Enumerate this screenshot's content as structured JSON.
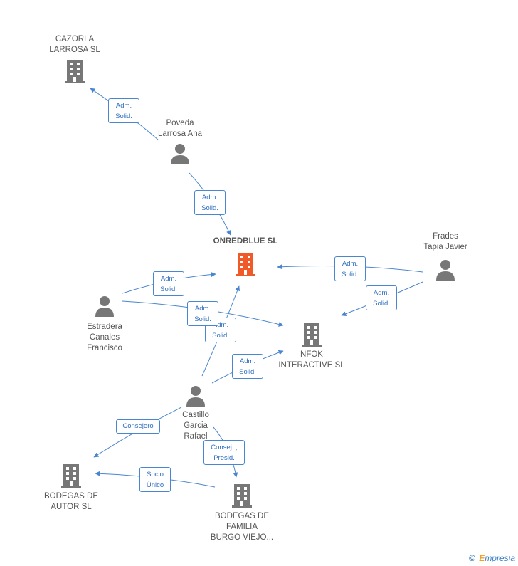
{
  "colors": {
    "edge": "#4a86d0",
    "node": "#777777",
    "center": "#f05a28"
  },
  "nodes": {
    "center": "ONREDBLUE SL",
    "cazorla": "CAZORLA\nLARROSA SL",
    "poveda": "Poveda\nLarrosa Ana",
    "frades": "Frades\nTapia Javier",
    "estradera": "Estradera\nCanales\nFrancisco",
    "nfok": "NFOK\nINTERACTIVE SL",
    "castillo": "Castillo\nGarcia\nRafael",
    "bodegas_autor": "BODEGAS DE\nAUTOR SL",
    "bodegas_familia": "BODEGAS DE\nFAMILIA\nBURGO VIEJO..."
  },
  "edges": {
    "poveda_cazorla": "Adm.\nSolid.",
    "poveda_center": "Adm.\nSolid.",
    "frades_center": "Adm.\nSolid.",
    "frades_nfok": "Adm.\nSolid.",
    "estradera_center": "Adm.\nSolid.",
    "estradera_nfok": "Adm.\nSolid.",
    "castillo_center": "Adm.\nSolid.",
    "castillo_nfok": "Adm.\nSolid.",
    "castillo_autor": "Consejero",
    "castillo_familia": "Consej. ,\nPresid.",
    "familia_autor": "Socio\nÚnico"
  },
  "footer": {
    "copyright": "©",
    "brand_initial": "E",
    "brand_rest": "mpresia"
  }
}
